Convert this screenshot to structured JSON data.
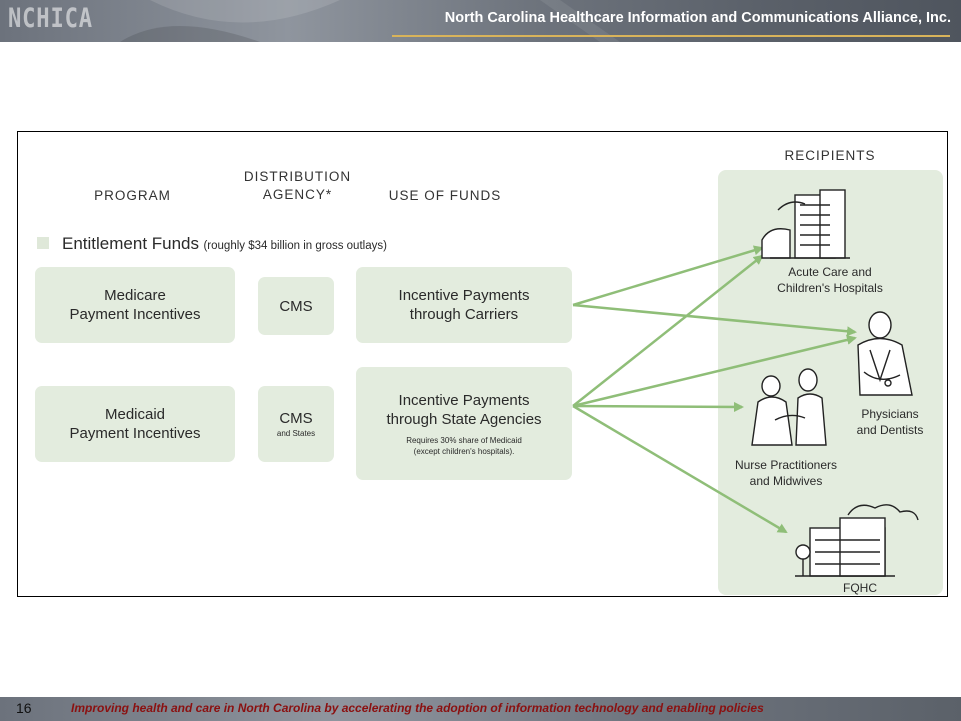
{
  "header": {
    "logo": "NCHICA",
    "org_name": "North Carolina Healthcare Information and Communications Alliance, Inc."
  },
  "diagram": {
    "columns": {
      "program": "PROGRAM",
      "distribution": "DISTRIBUTION AGENCY*",
      "distribution_line1": "DISTRIBUTION",
      "distribution_line2": "AGENCY*",
      "use_of_funds": "USE OF FUNDS",
      "recipients": "RECIPIENTS"
    },
    "entitlement": {
      "label": "Entitlement Funds",
      "note": "(roughly $34 billion in gross outlays)"
    },
    "rows": [
      {
        "program": "Medicare Payment Incentives",
        "program_line1": "Medicare",
        "program_line2": "Payment Incentives",
        "agency": "CMS",
        "agency_note": "",
        "use": "Incentive Payments through Carriers",
        "use_line1": "Incentive Payments",
        "use_line2": "through Carriers",
        "use_note": ""
      },
      {
        "program": "Medicaid Payment Incentives",
        "program_line1": "Medicaid",
        "program_line2": "Payment Incentives",
        "agency": "CMS",
        "agency_note": "and States",
        "use": "Incentive Payments through State Agencies",
        "use_line1": "Incentive Payments",
        "use_line2": "through State Agencies",
        "use_note_line1": "Requires 30% share of Medicaid",
        "use_note_line2": "(except children's hospitals)."
      }
    ],
    "recipients": [
      {
        "name": "Acute Care and Children's Hospitals",
        "line1": "Acute Care and",
        "line2": "Children's Hospitals",
        "icon": "hospital-icon"
      },
      {
        "name": "Physicians and Dentists",
        "line1": "Physicians",
        "line2": "and Dentists",
        "icon": "physician-icon"
      },
      {
        "name": "Nurse Practitioners and Midwives",
        "line1": "Nurse Practitioners",
        "line2": "and Midwives",
        "icon": "nurses-icon"
      },
      {
        "name": "FQHC",
        "line1": "FQHC",
        "icon": "clinic-building-icon"
      }
    ],
    "colors": {
      "box_fill": "#e3ecde",
      "arrow": "#8fbe78"
    }
  },
  "footer": {
    "page_number": "16",
    "tagline": "Improving health and care in North Carolina by accelerating the adoption of information technology and enabling policies"
  }
}
